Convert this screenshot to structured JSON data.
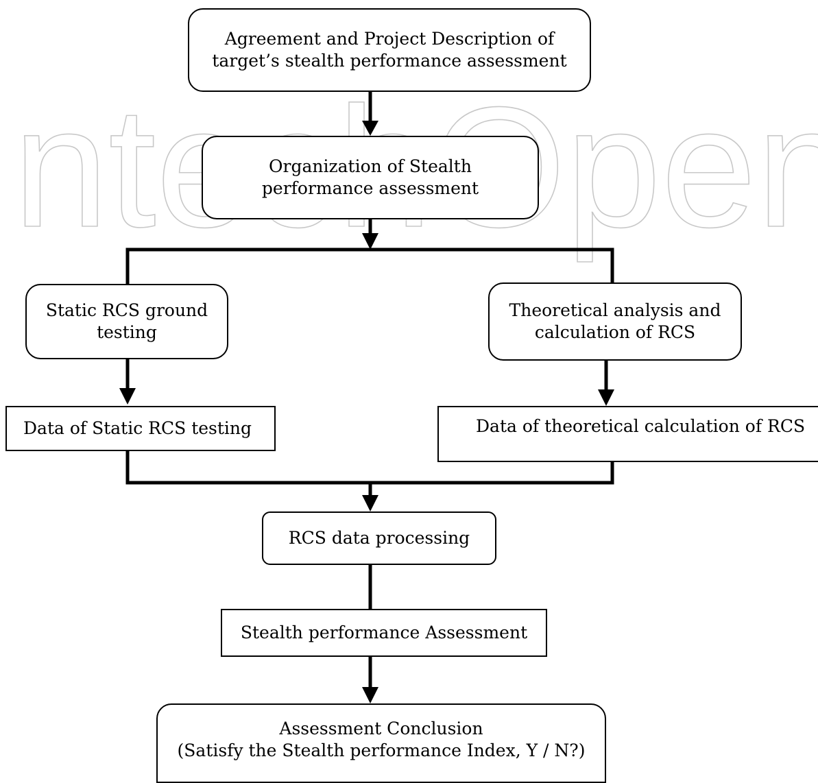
{
  "watermark": {
    "text": "IntechOpen"
  },
  "nodes": {
    "agreement": {
      "line1": "Agreement and Project Description of",
      "line2": "target’s stealth performance assessment"
    },
    "organization": {
      "line1": "Organization of Stealth",
      "line2": "performance assessment"
    },
    "static_testing": {
      "line1": "Static RCS ground",
      "line2": "testing"
    },
    "theoretical_analysis": {
      "line1": "Theoretical analysis and",
      "line2": "calculation of RCS"
    },
    "static_data": {
      "label": "Data of Static RCS testing"
    },
    "theoretical_data": {
      "label": "Data of theoretical calculation of RCS"
    },
    "processing": {
      "label": "RCS data processing"
    },
    "assessment": {
      "label": "Stealth performance Assessment"
    },
    "conclusion": {
      "line1": "Assessment Conclusion",
      "line2": "(Satisfy the Stealth performance Index, Y / N?)"
    }
  },
  "colors": {
    "stroke": "#000000",
    "watermark": "#b8b8b8"
  }
}
